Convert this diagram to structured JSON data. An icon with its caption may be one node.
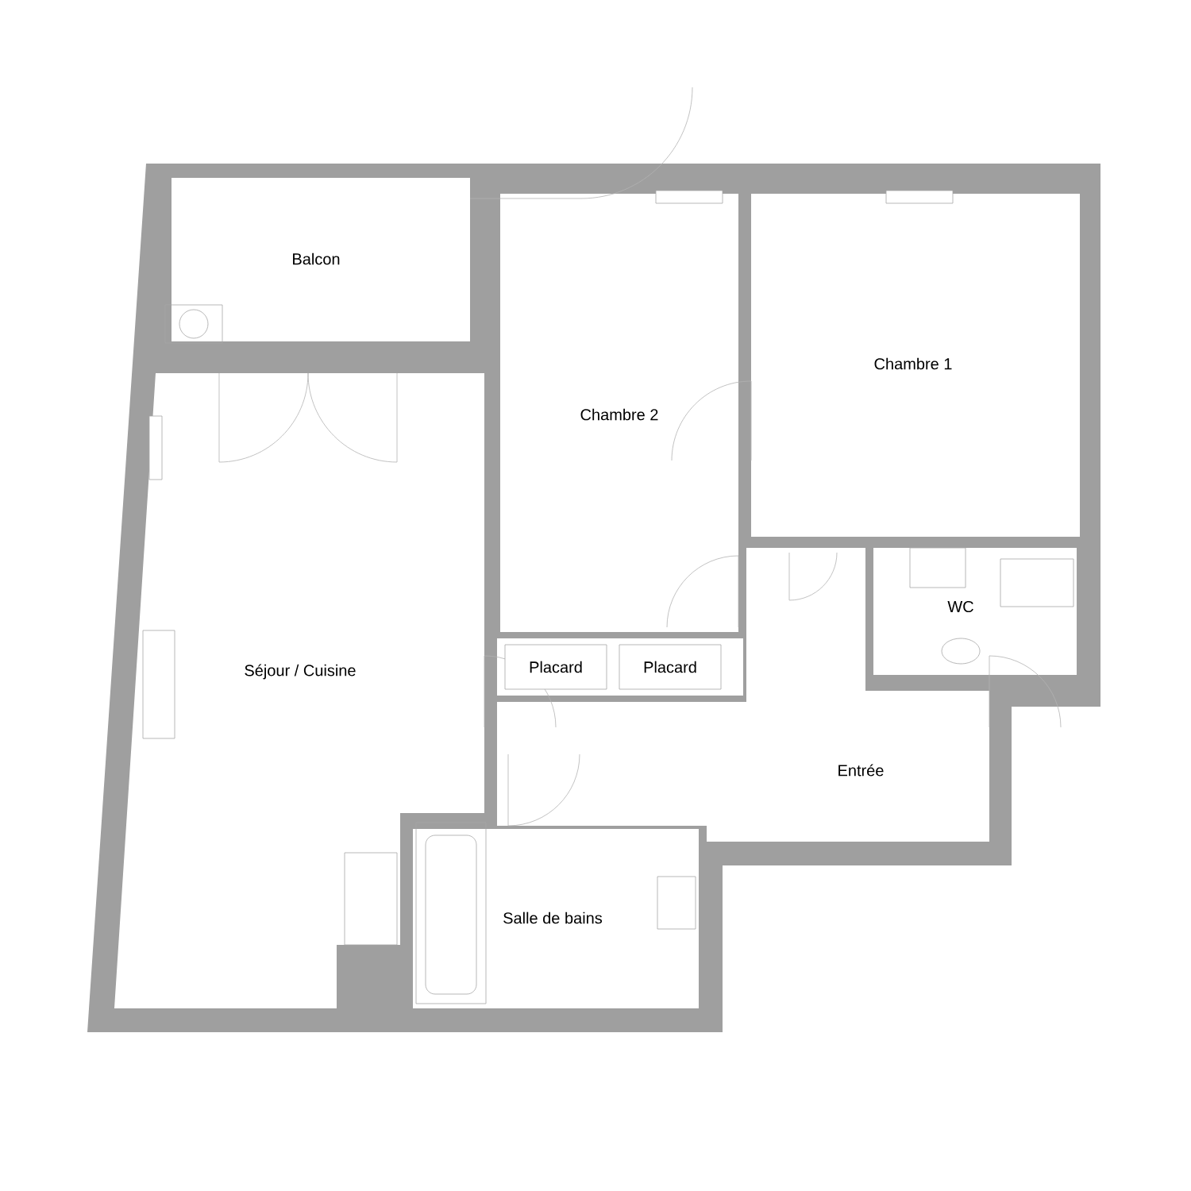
{
  "diagram": {
    "nodes": [
      {
        "text": [
          "Balcon"
        ]
      },
      {
        "text": [
          "Chambre 2"
        ]
      },
      {
        "text": [
          "Chambre 1"
        ]
      },
      {
        "text": [
          "Séjour / Cuisine"
        ]
      },
      {
        "text": [
          "Placard"
        ]
      },
      {
        "text": [
          "Placard"
        ]
      },
      {
        "text": [
          "WC"
        ]
      },
      {
        "text": [
          "Entrée"
        ]
      },
      {
        "text": [
          "Salle de bains"
        ]
      }
    ]
  }
}
